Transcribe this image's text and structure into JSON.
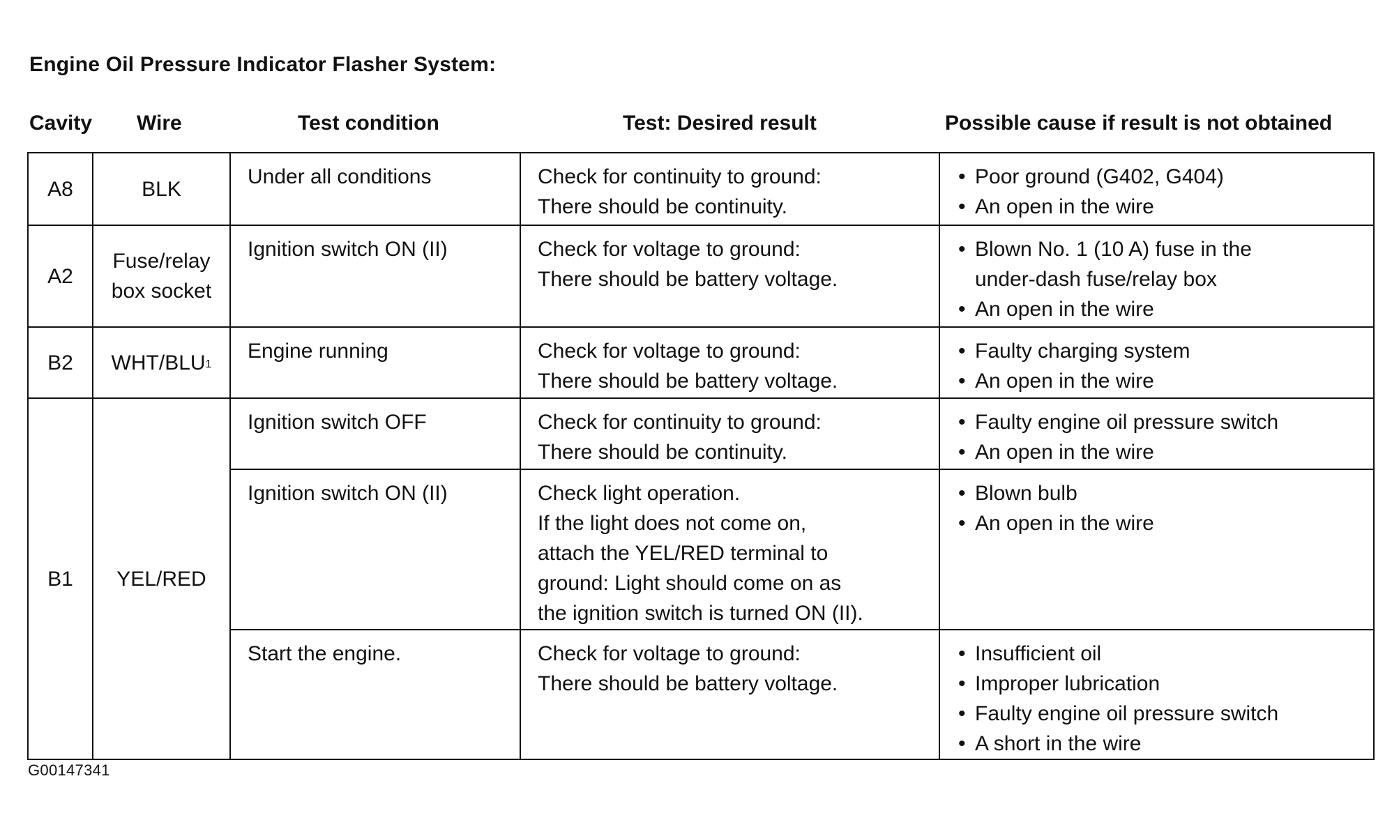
{
  "title": "Engine Oil Pressure Indicator Flasher System:",
  "headers": {
    "cavity": "Cavity",
    "wire": "Wire",
    "test_condition": "Test condition",
    "desired_result": "Test: Desired result",
    "possible_cause": "Possible cause if result is not obtained"
  },
  "rows": [
    {
      "cavity": "A8",
      "wire": [
        "BLK"
      ],
      "condition": "Under all conditions",
      "result": [
        "Check for continuity to ground:",
        "There should be continuity."
      ],
      "causes": [
        [
          "Poor ground (G402, G404)"
        ],
        [
          "An open in the wire"
        ]
      ]
    },
    {
      "cavity": "A2",
      "wire": [
        "Fuse/relay",
        "box socket"
      ],
      "condition": "Ignition switch ON (II)",
      "result": [
        "Check for voltage to ground:",
        "There should be battery voltage."
      ],
      "causes": [
        [
          "Blown No. 1 (10 A) fuse in the",
          "under-dash fuse/relay box"
        ],
        [
          "An open in the wire"
        ]
      ]
    },
    {
      "cavity": "B2",
      "wire": [
        "WHT/BLU"
      ],
      "wire_footnote": "1",
      "condition": "Engine running",
      "result": [
        "Check for voltage to ground:",
        "There should be battery voltage."
      ],
      "causes": [
        [
          "Faulty charging system"
        ],
        [
          "An open in the wire"
        ]
      ]
    },
    {
      "cavity": "B1",
      "wire": [
        "YEL/RED"
      ],
      "condition": "Ignition switch OFF",
      "result": [
        "Check for continuity to ground:",
        "There should be continuity."
      ],
      "causes": [
        [
          "Faulty engine oil pressure switch"
        ],
        [
          "An open in the wire"
        ]
      ]
    },
    {
      "condition": "Ignition switch ON (II)",
      "result": [
        "Check light operation.",
        "If the light does not come on,",
        "attach the YEL/RED terminal to",
        "ground: Light should come on as",
        "the ignition switch is turned ON (II)."
      ],
      "causes": [
        [
          "Blown bulb"
        ],
        [
          "An open in the wire"
        ]
      ]
    },
    {
      "condition": "Start the engine.",
      "result": [
        "Check for voltage to ground:",
        "There should be battery voltage."
      ],
      "causes": [
        [
          "Insufficient oil"
        ],
        [
          "Improper lubrication"
        ],
        [
          "Faulty engine oil pressure switch"
        ],
        [
          "A short in the wire"
        ]
      ]
    }
  ],
  "figure_code": "G00147341"
}
